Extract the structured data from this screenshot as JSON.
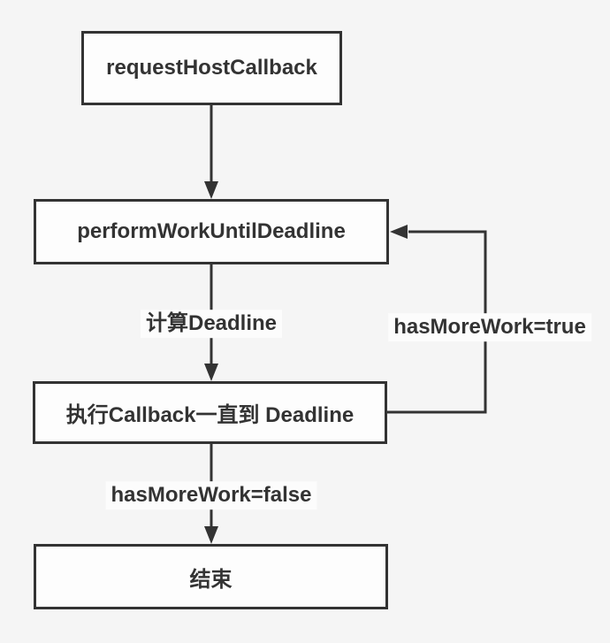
{
  "page": {
    "background_color": "#f5f5f5",
    "node_fill_color": "#fdfdfd",
    "line_color": "#333333",
    "text_color": "#333333"
  },
  "diagram": {
    "type": "flowchart",
    "nodes": [
      {
        "id": "requestHostCallback",
        "label": "requestHostCallback"
      },
      {
        "id": "performWorkUntilDeadline",
        "label": "performWorkUntilDeadline"
      },
      {
        "id": "execCallbackUntilDeadline",
        "label": "执行Callback一直到 Deadline"
      },
      {
        "id": "end",
        "label": "结束"
      }
    ],
    "edges": [
      {
        "from": "requestHostCallback",
        "to": "performWorkUntilDeadline",
        "label": ""
      },
      {
        "from": "performWorkUntilDeadline",
        "to": "execCallbackUntilDeadline",
        "label": "计算Deadline"
      },
      {
        "from": "execCallbackUntilDeadline",
        "to": "end",
        "label": "hasMoreWork=false"
      },
      {
        "from": "execCallbackUntilDeadline",
        "to": "performWorkUntilDeadline",
        "label": "hasMoreWork=true"
      }
    ]
  }
}
